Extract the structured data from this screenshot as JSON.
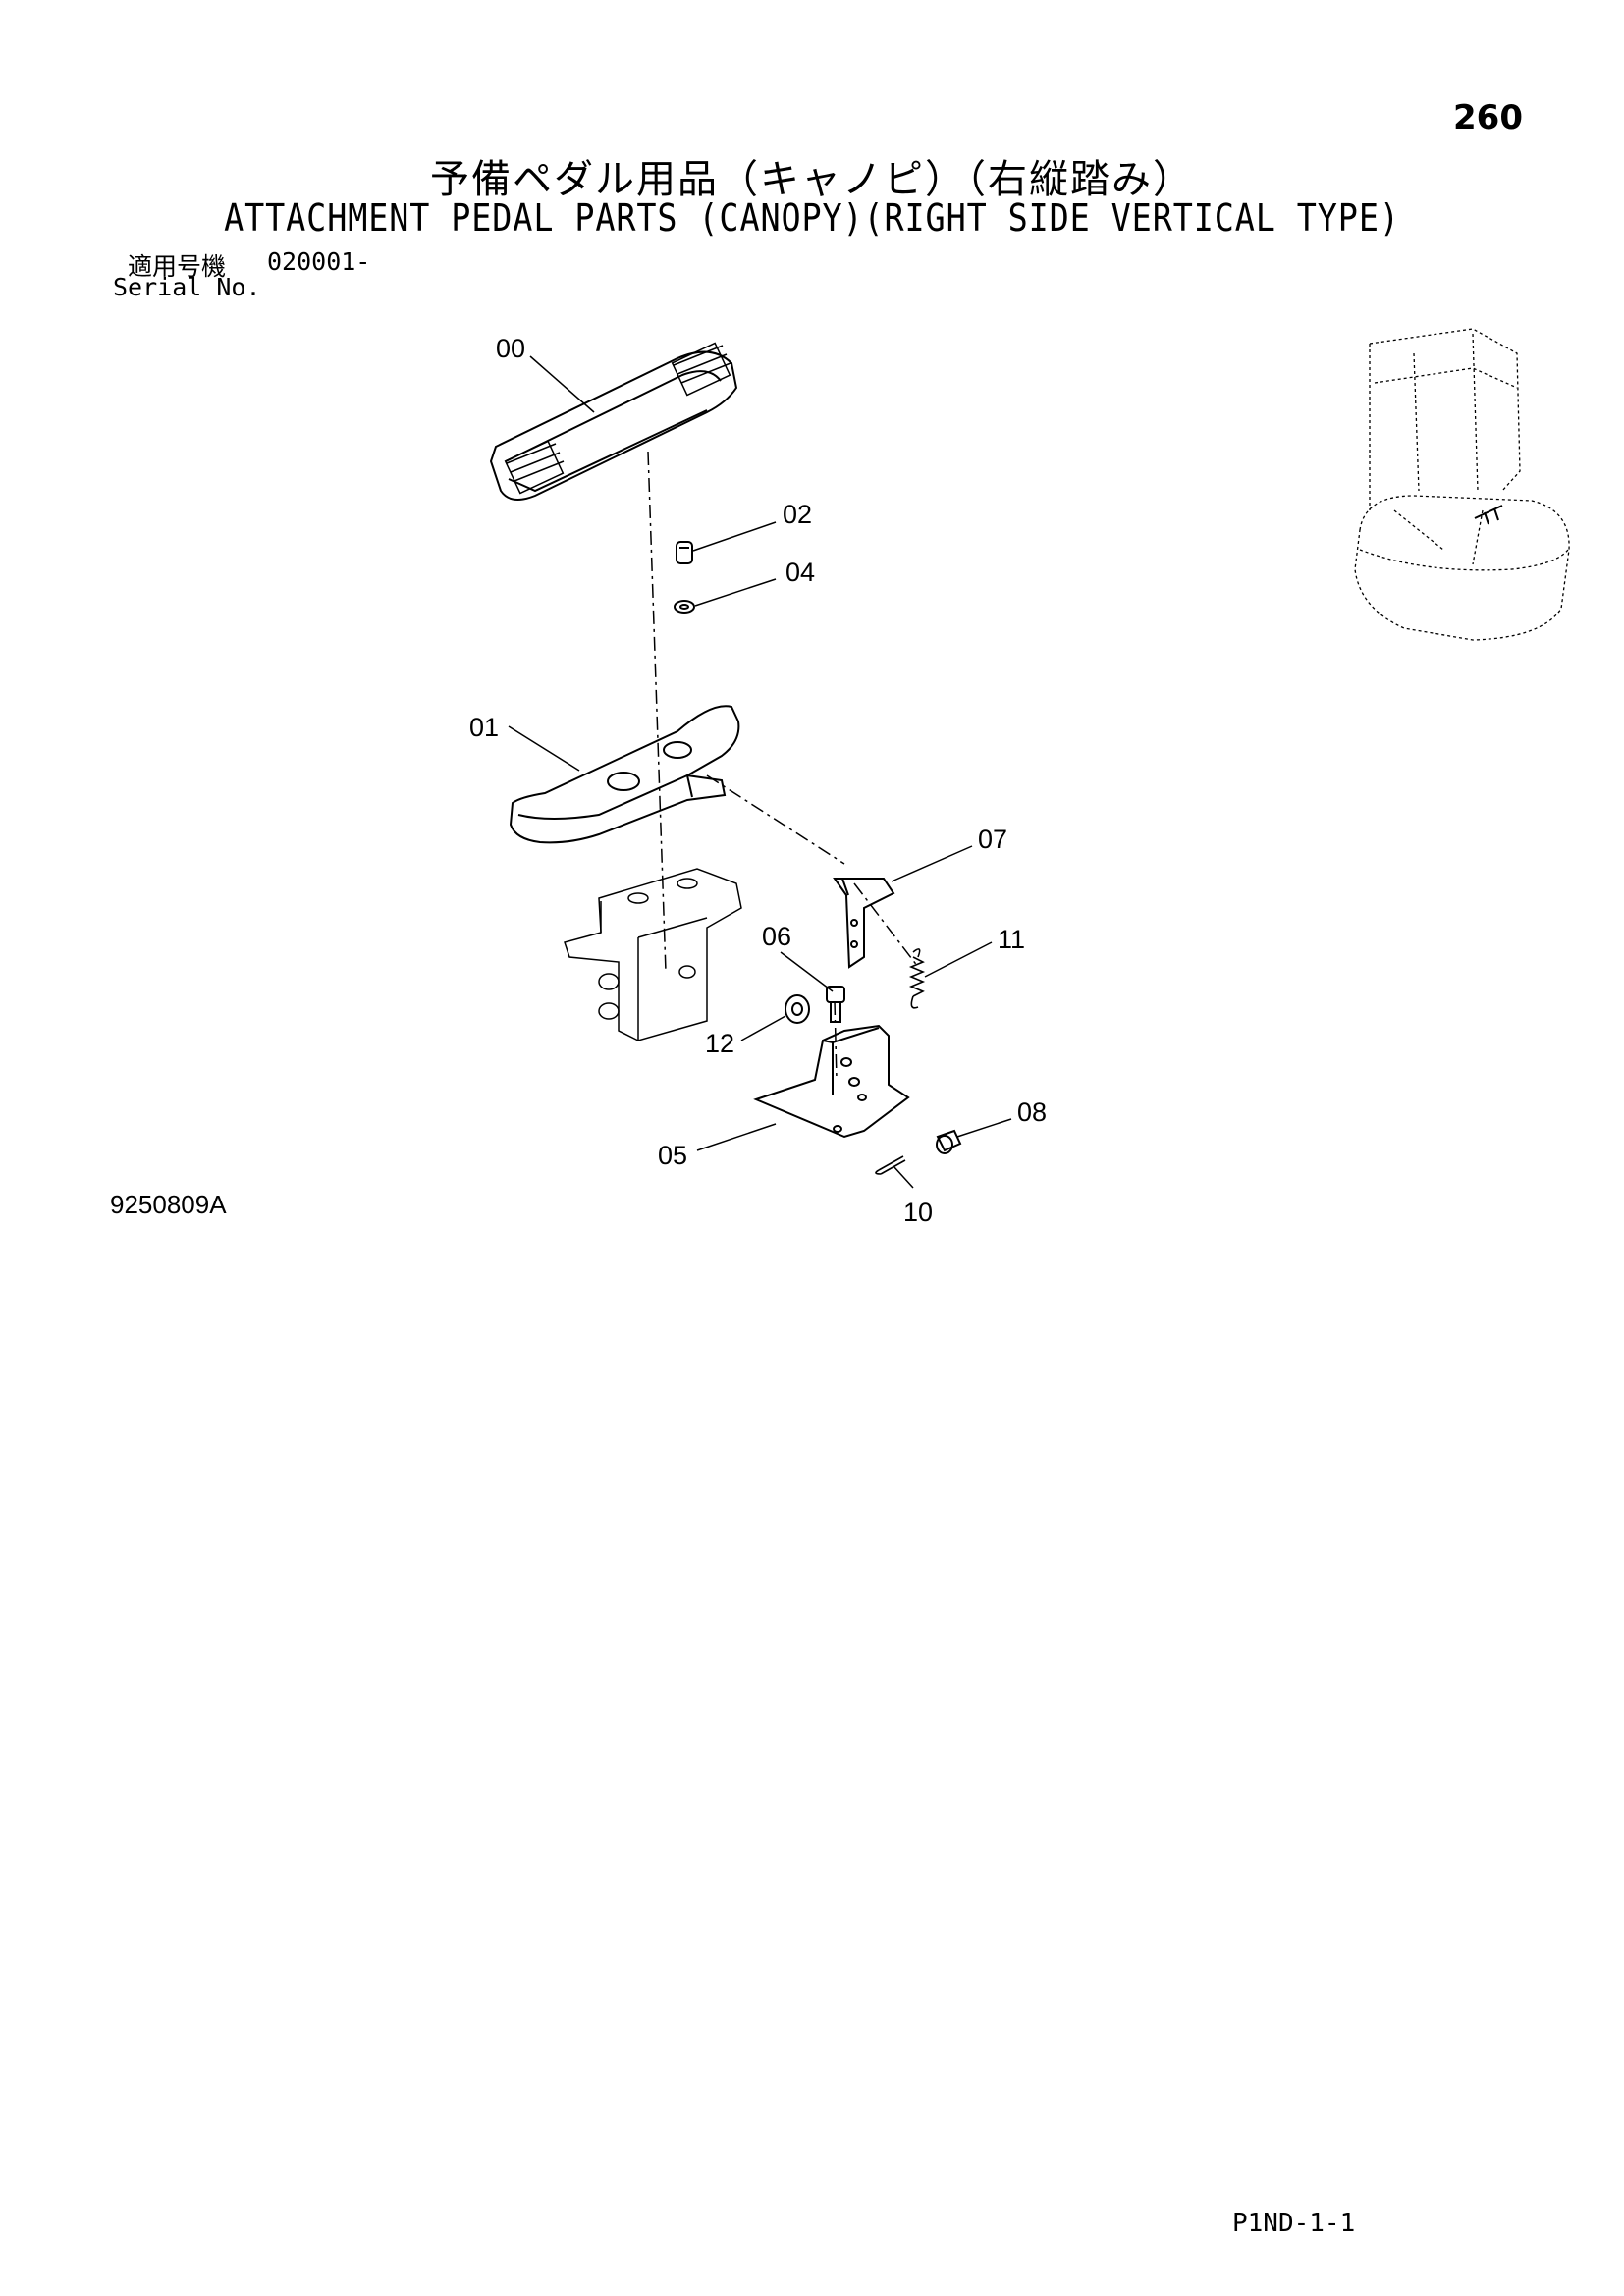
{
  "page_number": "260",
  "title_jp": "予備ペダル用品（キャノピ）（右縦踏み）",
  "title_en": "ATTACHMENT PEDAL PARTS (CANOPY)(RIGHT SIDE VERTICAL TYPE)",
  "serial": {
    "label_jp": "適用号機",
    "value": "020001-",
    "label_en": "Serial No."
  },
  "callouts": [
    "00",
    "02",
    "04",
    "01",
    "07",
    "06",
    "11",
    "12",
    "08",
    "05",
    "10"
  ],
  "drawing_number": "9250809A",
  "footer_code": "P1ND-1-1"
}
